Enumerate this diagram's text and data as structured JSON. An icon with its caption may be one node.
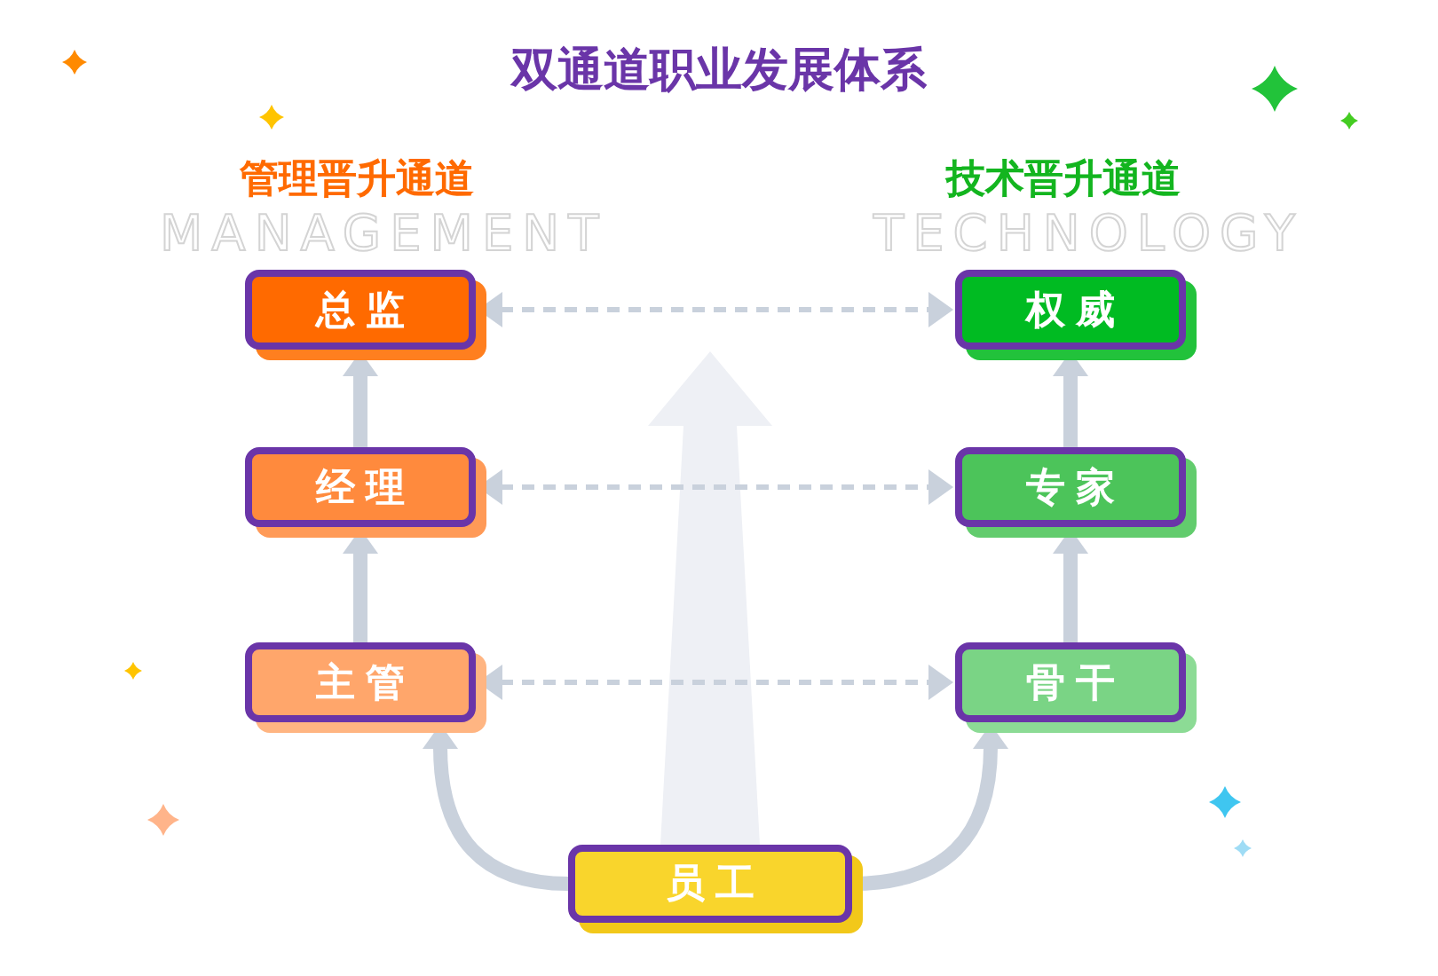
{
  "diagram": {
    "title": "双通道职业发展体系",
    "nodes": [
      {
        "text": [
          "总监"
        ]
      },
      {
        "text": [
          "经理"
        ]
      },
      {
        "text": [
          "主管"
        ]
      },
      {
        "text": [
          "权威"
        ]
      },
      {
        "text": [
          "专家"
        ]
      },
      {
        "text": [
          "骨干"
        ]
      },
      {
        "text": [
          "员工"
        ]
      }
    ],
    "edges": [
      {
        "from": 1,
        "to": 0,
        "arrow": "to"
      },
      {
        "from": 2,
        "to": 1,
        "arrow": "to"
      },
      {
        "from": 4,
        "to": 3,
        "arrow": "to"
      },
      {
        "from": 5,
        "to": 4,
        "arrow": "to"
      },
      {
        "from": 0,
        "to": 3,
        "arrow": "both",
        "style": "dashed"
      },
      {
        "from": 1,
        "to": 4,
        "arrow": "both",
        "style": "dashed"
      },
      {
        "from": 2,
        "to": 5,
        "arrow": "both",
        "style": "dashed"
      },
      {
        "from": 6,
        "to": 2,
        "arrow": "to"
      },
      {
        "from": 6,
        "to": 5,
        "arrow": "to"
      }
    ],
    "labels": [
      "管理晋升通道",
      "MANAGEMENT",
      "技术晋升通道",
      "TECHNOLOGY"
    ]
  }
}
